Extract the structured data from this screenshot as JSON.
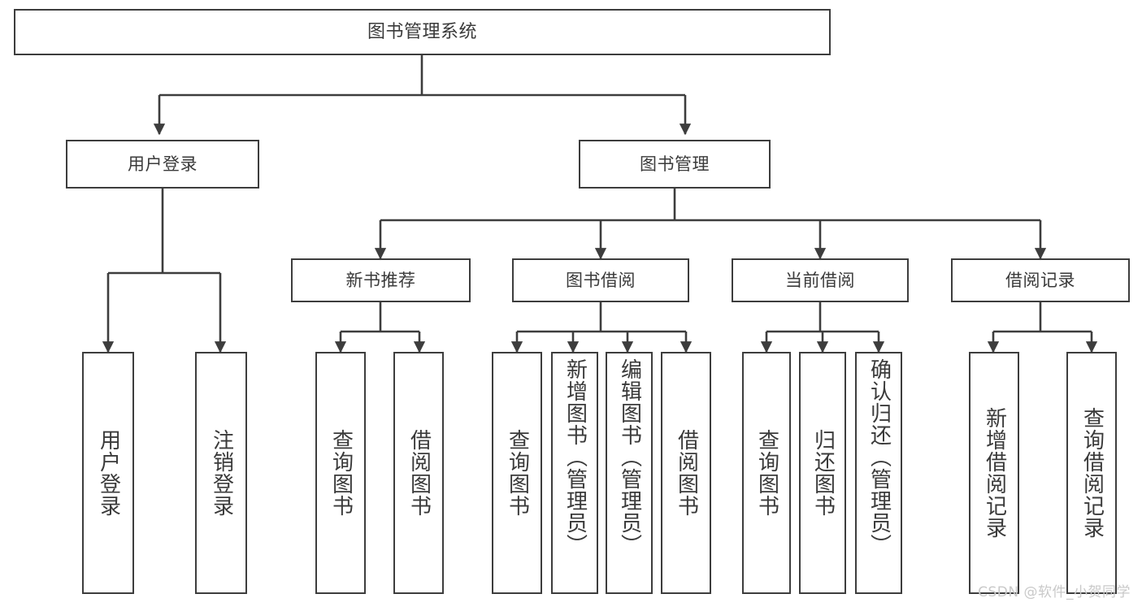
{
  "diagram": {
    "type": "tree-hierarchy",
    "title": "图书管理系统",
    "watermark": "CSDN @软件_小贺同学",
    "colors": {
      "background": "#ffffff",
      "box_border": "#3d3d3d",
      "connector": "#3d3d3d",
      "text": "#3a3a3a",
      "watermark": "#c9c9c9"
    },
    "levels": 4
  },
  "nodes": {
    "root": {
      "label": "图书管理系统"
    },
    "level2": [
      {
        "id": "user-login",
        "label": "用户登录"
      },
      {
        "id": "book-manage",
        "label": "图书管理"
      }
    ],
    "level3": [
      {
        "id": "new-book-recommend",
        "label": "新书推荐"
      },
      {
        "id": "book-borrow",
        "label": "图书借阅"
      },
      {
        "id": "current-borrow",
        "label": "当前借阅"
      },
      {
        "id": "borrow-record",
        "label": "借阅记录"
      }
    ],
    "leaves": {
      "user_login": [
        {
          "id": "leaf-user-login",
          "label": "用户登录"
        },
        {
          "id": "leaf-logout-login",
          "label": "注销登录"
        }
      ],
      "new_book_recommend": [
        {
          "id": "leaf-query-book-1",
          "label": "查询图书"
        },
        {
          "id": "leaf-borrow-book-1",
          "label": "借阅图书"
        }
      ],
      "book_borrow": [
        {
          "id": "leaf-query-book-2",
          "label": "查询图书"
        },
        {
          "id": "leaf-add-book",
          "label": "新增图书（管理员）"
        },
        {
          "id": "leaf-edit-book",
          "label": "编辑图书（管理员）"
        },
        {
          "id": "leaf-borrow-book-2",
          "label": "借阅图书"
        }
      ],
      "current_borrow": [
        {
          "id": "leaf-query-book-3",
          "label": "查询图书"
        },
        {
          "id": "leaf-return-book",
          "label": "归还图书"
        },
        {
          "id": "leaf-confirm-return",
          "label": "确认归还（管理员）"
        }
      ],
      "borrow_record": [
        {
          "id": "leaf-add-record",
          "label": "新增借阅记录"
        },
        {
          "id": "leaf-query-record",
          "label": "查询借阅记录"
        }
      ]
    }
  }
}
